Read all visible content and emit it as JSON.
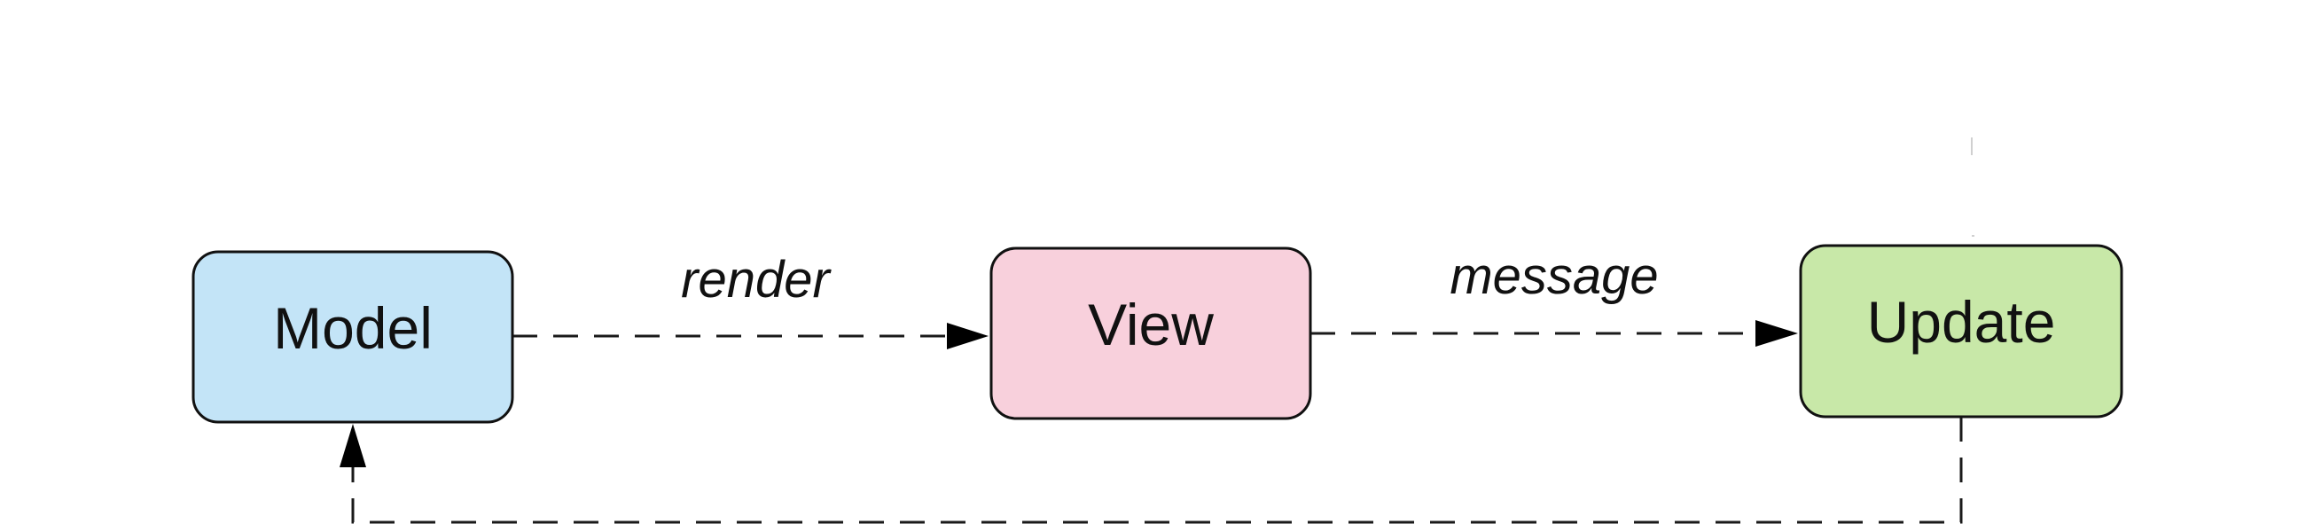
{
  "nodes": {
    "model": {
      "label": "Model",
      "color": "#c3e4f7"
    },
    "view": {
      "label": "View",
      "color": "#f8d0dc"
    },
    "update": {
      "label": "Update",
      "color": "#c8e8a8"
    }
  },
  "edges": {
    "render": {
      "label": "render",
      "from": "Model",
      "to": "View"
    },
    "message": {
      "label": "message",
      "from": "View",
      "to": "Update"
    },
    "feedback": {
      "label": "",
      "from": "Update",
      "to": "Model"
    }
  }
}
